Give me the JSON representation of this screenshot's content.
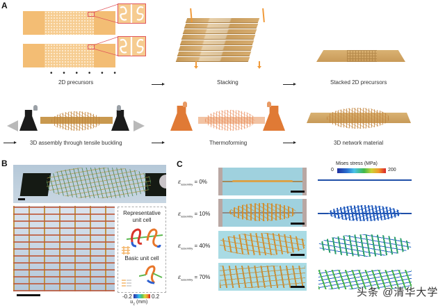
{
  "panels": {
    "A": {
      "letter": "A",
      "steps": [
        {
          "label": "2D precursors"
        },
        {
          "label": "Stacking"
        },
        {
          "label": "Stacked 2D precursors"
        },
        {
          "label": "3D assembly through tensile buckling"
        },
        {
          "label": "Thermoforming"
        },
        {
          "label": "3D network material"
        }
      ],
      "continuation_dots": "• • • • • •",
      "colors": {
        "precursor": "#f3bd74",
        "inset_border": "#e0545a",
        "clamp_dark": "#1b1b1b",
        "clamp_thermo": "#e07a35",
        "stretch_arrow": "#b9b9b9"
      }
    },
    "B": {
      "letter": "B",
      "unit_cells": {
        "representative_label": "Representative unit cell",
        "basic_label": "Basic unit cell"
      },
      "colorbar": {
        "min_label": "-0.2",
        "max_label": "0.2",
        "quantity_label": "u_z (mm)",
        "quantity_symbol": "u",
        "quantity_sub": "z",
        "unit": "(mm)"
      }
    },
    "C": {
      "letter": "C",
      "colorbar": {
        "title": "Mises stress (MPa)",
        "min_label": "0",
        "max_label": "200"
      },
      "rows": [
        {
          "symbol": "ε",
          "sub": "assembly",
          "value": "= 0%"
        },
        {
          "symbol": "ε",
          "sub": "assembly",
          "value": "= 10%"
        },
        {
          "symbol": "ε",
          "sub": "assembly",
          "value": "= 40%"
        },
        {
          "symbol": "ε",
          "sub": "assembly",
          "value": "= 70%"
        }
      ]
    }
  },
  "watermark": "头条 @清华大学"
}
